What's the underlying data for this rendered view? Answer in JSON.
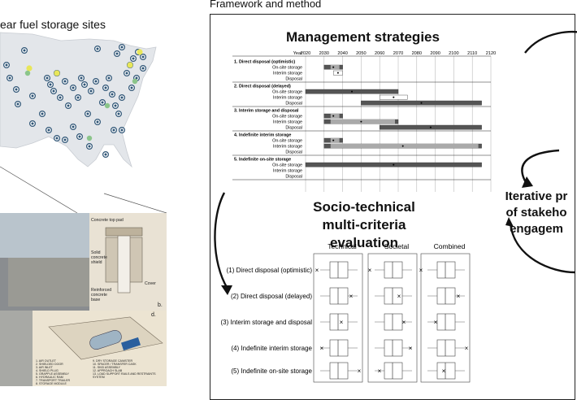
{
  "left_title": "ear fuel storage sites",
  "framework_title": "Framework and method",
  "management_title": "Management strategies",
  "socio_title_1": "Socio-technical",
  "socio_title_2": "multi-criteria evaluation",
  "iterative": [
    "Iterative pr",
    "of stakeho",
    "engagem"
  ],
  "timeline": {
    "year_label": "Year",
    "years": [
      "2020",
      "2030",
      "2040",
      "2050",
      "2060",
      "2070",
      "2080",
      "2090",
      "2100",
      "2110",
      "2120"
    ]
  },
  "strategies": [
    {
      "title": "1. Direct disposal (optimistic)",
      "rows": [
        "On-site storage",
        "Interim storage",
        "Disposal"
      ]
    },
    {
      "title": "2. Direct disposal (delayed)",
      "rows": [
        "On-site storage",
        "Interim storage",
        "Disposal"
      ]
    },
    {
      "title": "3. Interim storage and disposal",
      "rows": [
        "On-site storage",
        "Interim storage",
        "Disposal"
      ]
    },
    {
      "title": "4. Indefinite interim storage",
      "rows": [
        "On-site storage",
        "Interim storage",
        "Disposal"
      ]
    },
    {
      "title": "5. Indefinite on-site storage",
      "rows": [
        "On-site storage",
        "Interim storage",
        "Disposal"
      ]
    }
  ],
  "criteria_headers": [
    "Technical",
    "Societal",
    "Combined"
  ],
  "evaluation_labels": [
    "(1) Direct disposal (optimistic)",
    "(2) Direct disposal (delayed)",
    "(3) Interim storage and disposal",
    "(4) Indefinite interim storage",
    "(5) Indefinite on-site storage"
  ],
  "map_callouts": [
    "Concrete top pad",
    "Cover",
    "Solid concrete shield",
    "Reinforced concrete base"
  ],
  "photo_panel_labels": [
    "b.",
    "d."
  ],
  "cask_legend": [
    "1. AIR OUTLET",
    "2. SHIELDED DOOR",
    "3. AIR INLET",
    "4. SHIELD PLUG",
    "5. GRAPPLE ASSEMBLY",
    "6. HYDRAULIC RAM",
    "7. TRANSPORT TRAILER",
    "8. STORAGE MODULE",
    "9. DRY STORAGE CANISTER",
    "10. SPACER / TRANSFER CASK",
    "11. SKID ASSEMBLY",
    "12. APPROACH SLAB",
    "13. LOAD SUPPORT RAILS AND RESTRAINTS SYSTEM"
  ],
  "colors": {
    "dark_bar": "#555555",
    "light_bar": "#aaaaaa",
    "map_land": "#e3e6ea",
    "site_dot": "#2f5576",
    "site_yellow": "#e8e65a",
    "site_green": "#8bc58a"
  }
}
